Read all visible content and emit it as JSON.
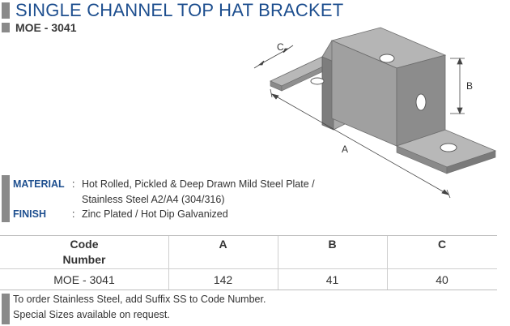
{
  "header": {
    "title": "SINGLE CHANNEL TOP HAT BRACKET",
    "code": "MOE - 3041"
  },
  "drawing": {
    "dim_labels": {
      "a": "A",
      "b": "B",
      "c": "C"
    }
  },
  "spec": {
    "material_label": "MATERIAL",
    "colon": ":",
    "material_line1": "Hot Rolled, Pickled & Deep Drawn Mild Steel Plate /",
    "material_line2": "Stainless Steel A2/A4 (304/316)",
    "finish_label": "FINISH",
    "finish_value": "Zinc Plated / Hot Dip Galvanized"
  },
  "table": {
    "headers": {
      "code_line1": "Code",
      "code_line2": "Number",
      "a": "A",
      "b": "B",
      "c": "C"
    },
    "row": {
      "code": "MOE - 3041",
      "a": "142",
      "b": "41",
      "c": "40"
    }
  },
  "notes": {
    "line1": "To order Stainless Steel, add Suffix SS to Code Number.",
    "line2": "Special Sizes available on request."
  },
  "colors": {
    "title_blue": "#1e4f8f",
    "accent_grey": "#8a8a8a",
    "metal": "#9c9c9c"
  }
}
